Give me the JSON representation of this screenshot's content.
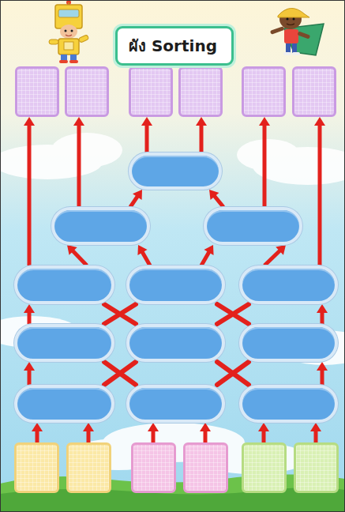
{
  "diagram": {
    "title": "ผัง Sorting",
    "nodes": [
      {
        "text": []
      },
      {
        "text": []
      },
      {
        "text": []
      },
      {
        "text": []
      },
      {
        "text": []
      },
      {
        "text": []
      },
      {
        "text": []
      },
      {
        "text": []
      },
      {
        "text": []
      },
      {
        "text": []
      },
      {
        "text": []
      },
      {
        "text": []
      },
      {
        "text": []
      },
      {
        "text": []
      },
      {
        "text": []
      },
      {
        "text": []
      },
      {
        "text": []
      },
      {
        "text": []
      },
      {
        "text": []
      },
      {
        "text": []
      },
      {
        "text": []
      },
      {
        "text": []
      },
      {
        "text": []
      },
      {
        "text": []
      }
    ],
    "edges": [
      {
        "from": 18,
        "to": 15,
        "arrow": "to"
      },
      {
        "from": 19,
        "to": 15,
        "arrow": "to"
      },
      {
        "from": 20,
        "to": 16,
        "arrow": "to"
      },
      {
        "from": 21,
        "to": 16,
        "arrow": "to"
      },
      {
        "from": 22,
        "to": 17,
        "arrow": "to"
      },
      {
        "from": 23,
        "to": 17,
        "arrow": "to"
      },
      {
        "from": 15,
        "to": 12,
        "arrow": "to"
      },
      {
        "from": 15,
        "to": 13,
        "arrow": "none"
      },
      {
        "from": 16,
        "to": 12,
        "arrow": "none"
      },
      {
        "from": 16,
        "to": 14,
        "arrow": "none"
      },
      {
        "from": 17,
        "to": 13,
        "arrow": "none"
      },
      {
        "from": 17,
        "to": 14,
        "arrow": "to"
      },
      {
        "from": 12,
        "to": 9,
        "arrow": "to"
      },
      {
        "from": 12,
        "to": 10,
        "arrow": "none"
      },
      {
        "from": 13,
        "to": 9,
        "arrow": "none"
      },
      {
        "from": 13,
        "to": 11,
        "arrow": "none"
      },
      {
        "from": 14,
        "to": 10,
        "arrow": "none"
      },
      {
        "from": 14,
        "to": 11,
        "arrow": "to"
      },
      {
        "from": 9,
        "to": 0,
        "arrow": "to"
      },
      {
        "from": 9,
        "to": 7,
        "arrow": "to"
      },
      {
        "from": 10,
        "to": 7,
        "arrow": "to"
      },
      {
        "from": 10,
        "to": 8,
        "arrow": "to"
      },
      {
        "from": 11,
        "to": 8,
        "arrow": "to"
      },
      {
        "from": 11,
        "to": 5,
        "arrow": "to"
      },
      {
        "from": 7,
        "to": 1,
        "arrow": "to"
      },
      {
        "from": 7,
        "to": 6,
        "arrow": "to"
      },
      {
        "from": 8,
        "to": 6,
        "arrow": "to"
      },
      {
        "from": 8,
        "to": 4,
        "arrow": "to"
      },
      {
        "from": 6,
        "to": 2,
        "arrow": "to"
      },
      {
        "from": 6,
        "to": 3,
        "arrow": "to"
      }
    ]
  }
}
